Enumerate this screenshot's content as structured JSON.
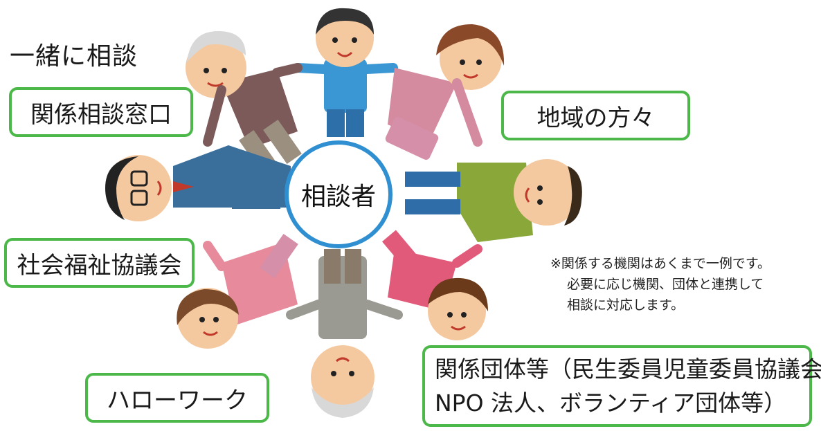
{
  "title": "一緒に相談",
  "center": "相談者",
  "boxes": {
    "kankei_soudan": "関係相談窓口",
    "chiiki": "地域の方々",
    "shakyo": "社会福祉協議会",
    "hellowork": "ハローワーク",
    "dantai_line1": "関係団体等（民生委員児童委員協議会、",
    "dantai_line2": "NPO 法人、ボランティア団体等）"
  },
  "note": {
    "line1": "※関係する機関はあくまで一例です。",
    "line2": "必要に応じ機関、団体と連携して",
    "line3": "相談に対応します。"
  },
  "colors": {
    "box_border": "#4cb84a",
    "center_border": "#2f8fd0"
  }
}
